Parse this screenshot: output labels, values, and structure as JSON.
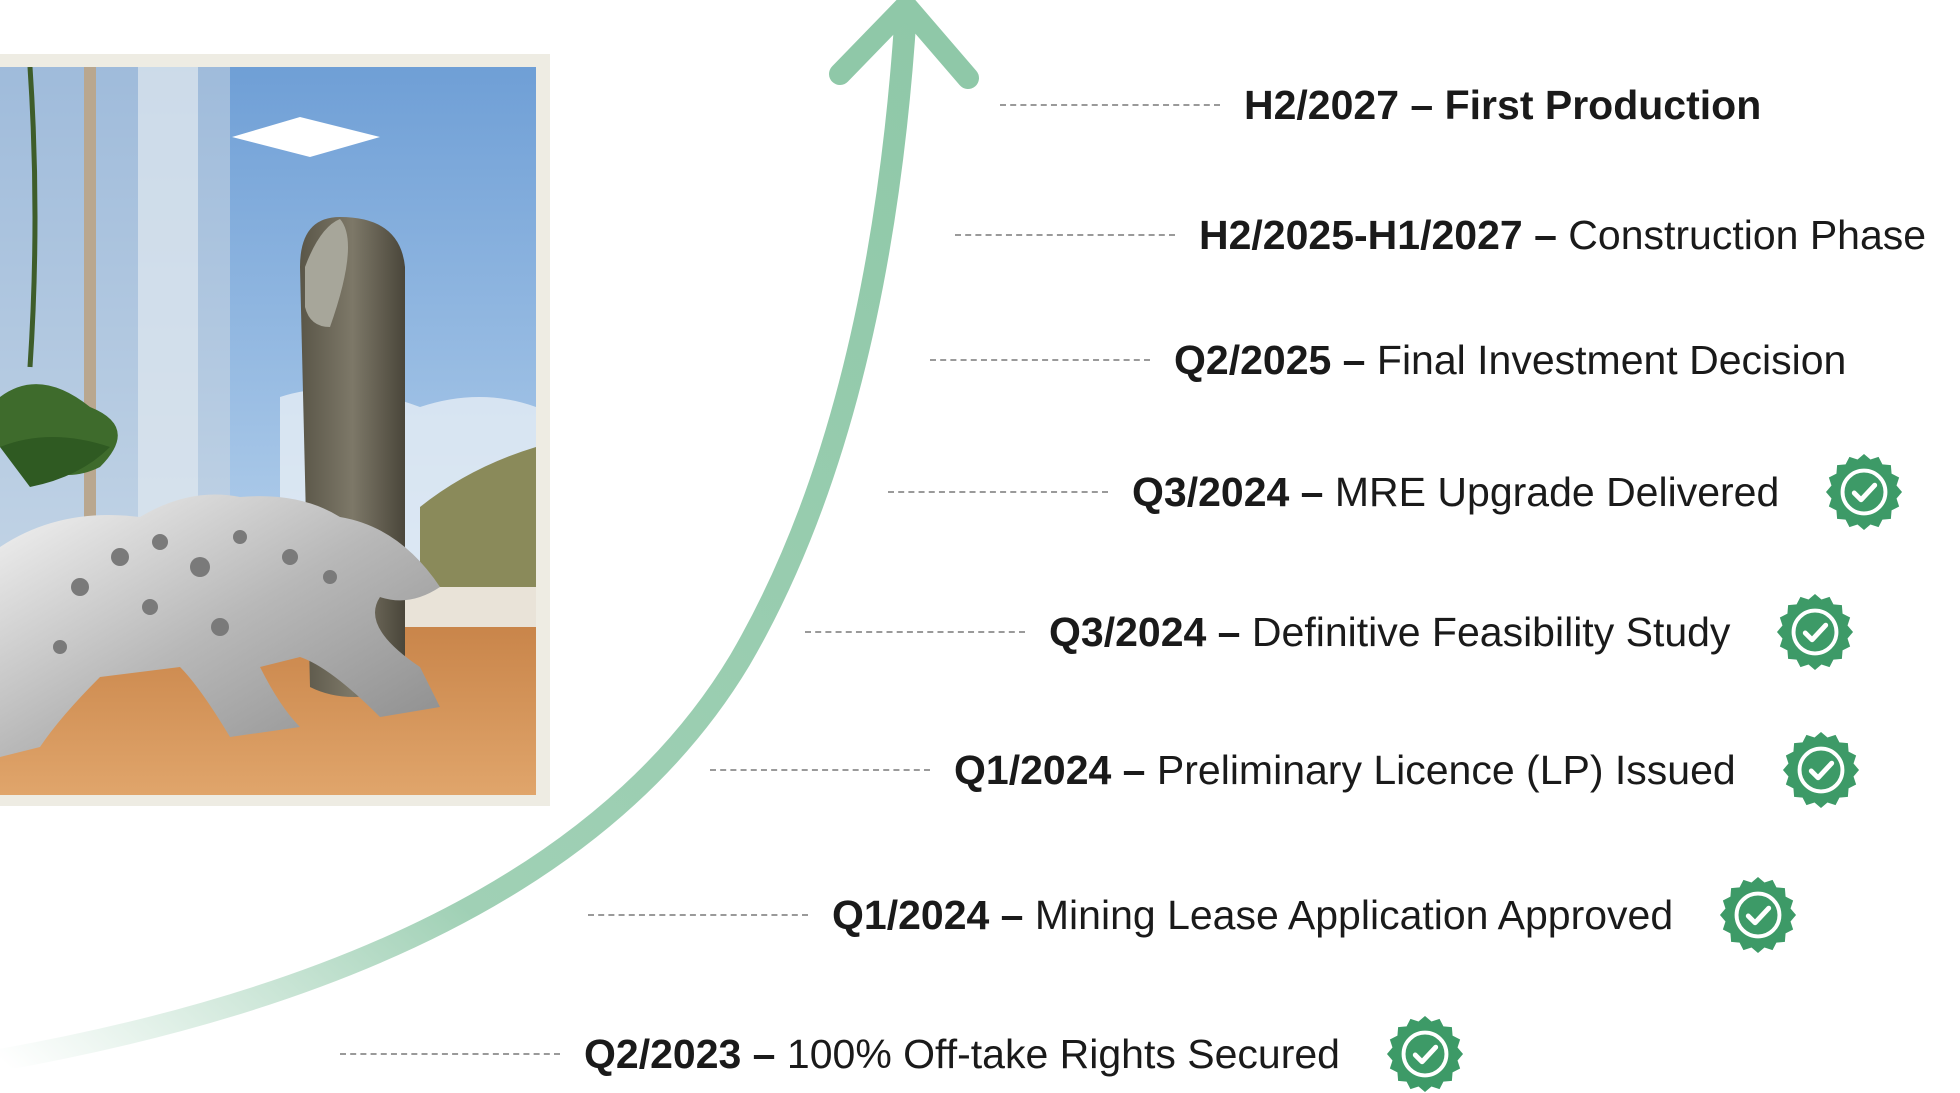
{
  "colors": {
    "arrow": "#8fc8a8",
    "check_badge": "#3d9a67",
    "dash": "#9a9a9a",
    "frame": "#eeece3"
  },
  "photo": {
    "subject": "silver-jaguar-sculpture-photo"
  },
  "milestones": [
    {
      "date": "H2/2027 –",
      "description": "First Production",
      "completed": false,
      "all_bold": true
    },
    {
      "date": "H2/2025-H1/2027 –",
      "description": "Construction Phase",
      "completed": false,
      "all_bold": false
    },
    {
      "date": "Q2/2025 –",
      "description": "Final Investment Decision",
      "completed": false,
      "all_bold": false
    },
    {
      "date": "Q3/2024 –",
      "description": "MRE Upgrade Delivered",
      "completed": true,
      "all_bold": false
    },
    {
      "date": "Q3/2024 –",
      "description": "Definitive Feasibility Study",
      "completed": true,
      "all_bold": false
    },
    {
      "date": "Q1/2024 –",
      "description": "Preliminary Licence (LP) Issued",
      "completed": true,
      "all_bold": false
    },
    {
      "date": "Q1/2024 –",
      "description": "Mining Lease Application Approved",
      "completed": true,
      "all_bold": false
    },
    {
      "date": "Q2/2023 –",
      "description": "100% Off-take Rights Secured",
      "completed": true,
      "all_bold": false
    }
  ]
}
